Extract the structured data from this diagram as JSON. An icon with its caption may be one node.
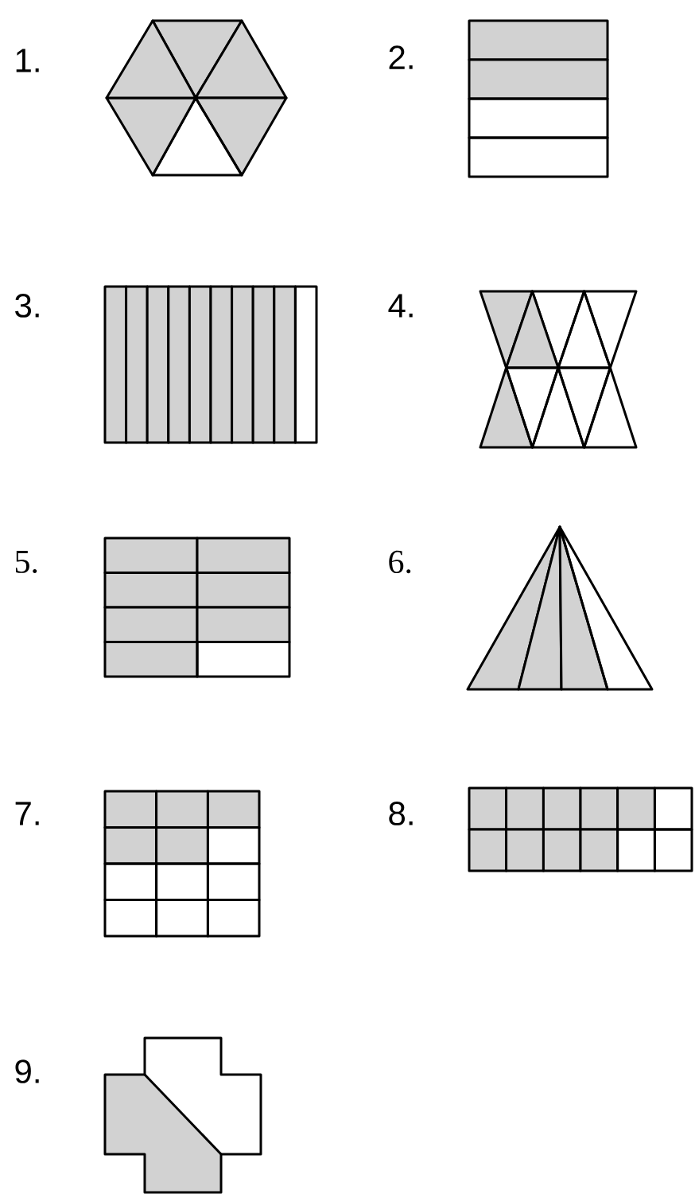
{
  "diagram": {
    "labels": [
      "1.",
      "2.",
      "3.",
      "4.",
      "5.",
      "6.",
      "7.",
      "8.",
      "9."
    ]
  }
}
